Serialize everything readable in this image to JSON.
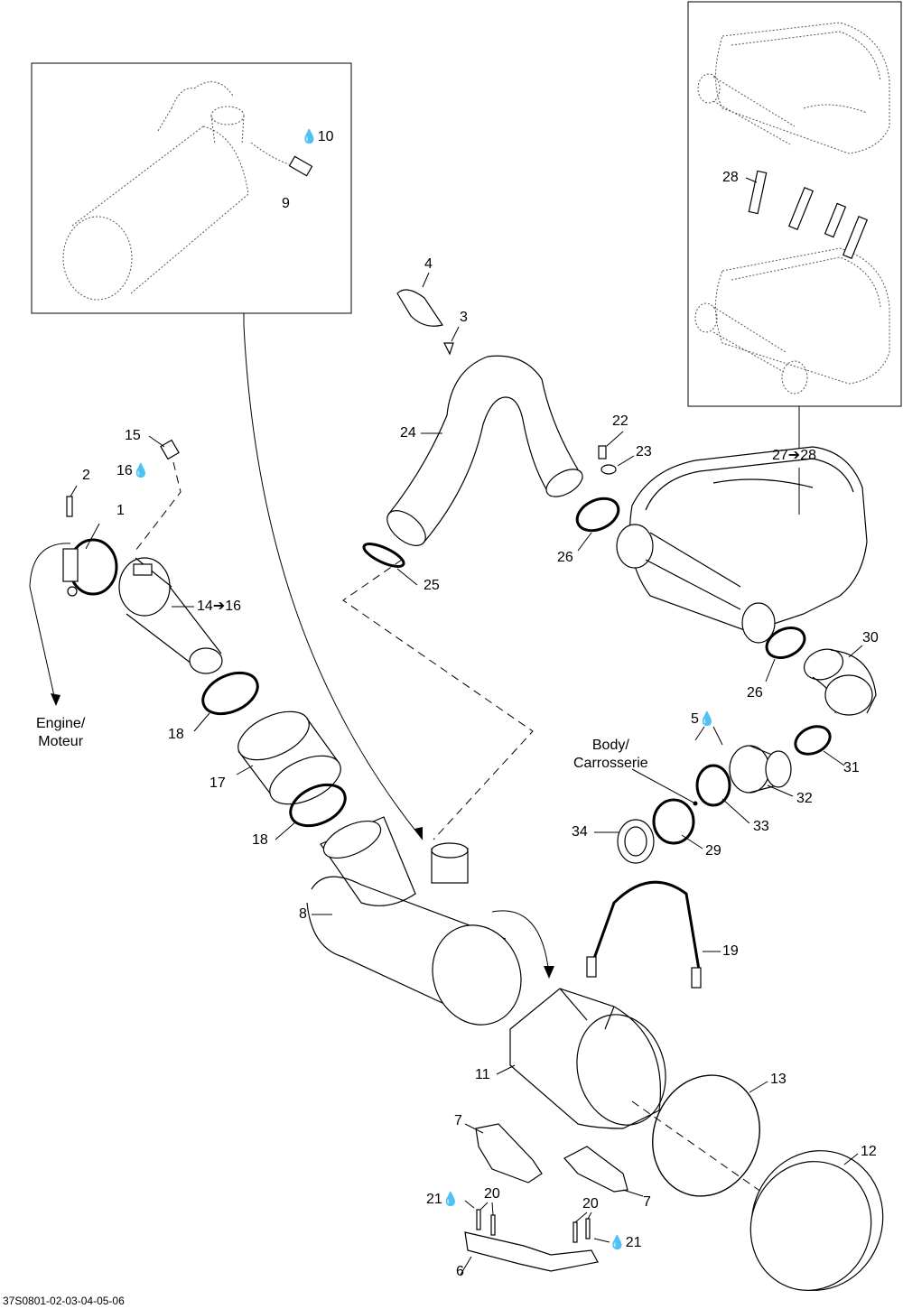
{
  "diagram": {
    "drawing_code": "37S0801-02-03-04-05-06",
    "drop_icon": "💧",
    "callouts": [
      {
        "id": "c1",
        "text": "1"
      },
      {
        "id": "c2",
        "text": "2"
      },
      {
        "id": "c3",
        "text": "3"
      },
      {
        "id": "c4",
        "text": "4"
      },
      {
        "id": "c5",
        "text": "5"
      },
      {
        "id": "c6",
        "text": "6"
      },
      {
        "id": "c7a",
        "text": "7"
      },
      {
        "id": "c7b",
        "text": "7"
      },
      {
        "id": "c8",
        "text": "8"
      },
      {
        "id": "c9",
        "text": "9"
      },
      {
        "id": "c10",
        "text": "10"
      },
      {
        "id": "c11",
        "text": "11"
      },
      {
        "id": "c12",
        "text": "12"
      },
      {
        "id": "c13",
        "text": "13"
      },
      {
        "id": "c14",
        "text": "14➔16"
      },
      {
        "id": "c15",
        "text": "15"
      },
      {
        "id": "c16",
        "text": "16"
      },
      {
        "id": "c17",
        "text": "17"
      },
      {
        "id": "c18a",
        "text": "18"
      },
      {
        "id": "c18b",
        "text": "18"
      },
      {
        "id": "c19",
        "text": "19"
      },
      {
        "id": "c20a",
        "text": "20"
      },
      {
        "id": "c20b",
        "text": "20"
      },
      {
        "id": "c21a",
        "text": "21"
      },
      {
        "id": "c21b",
        "text": "21"
      },
      {
        "id": "c22",
        "text": "22"
      },
      {
        "id": "c23",
        "text": "23"
      },
      {
        "id": "c24",
        "text": "24"
      },
      {
        "id": "c25",
        "text": "25"
      },
      {
        "id": "c26a",
        "text": "26"
      },
      {
        "id": "c26b",
        "text": "26"
      },
      {
        "id": "c27",
        "text": "27➔28"
      },
      {
        "id": "c28",
        "text": "28"
      },
      {
        "id": "c29",
        "text": "29"
      },
      {
        "id": "c30",
        "text": "30"
      },
      {
        "id": "c31",
        "text": "31"
      },
      {
        "id": "c32",
        "text": "32"
      },
      {
        "id": "c33",
        "text": "33"
      },
      {
        "id": "c34",
        "text": "34"
      }
    ],
    "notes": {
      "engine": "Engine/\nMoteur",
      "body": "Body/\nCarrosserie"
    }
  }
}
